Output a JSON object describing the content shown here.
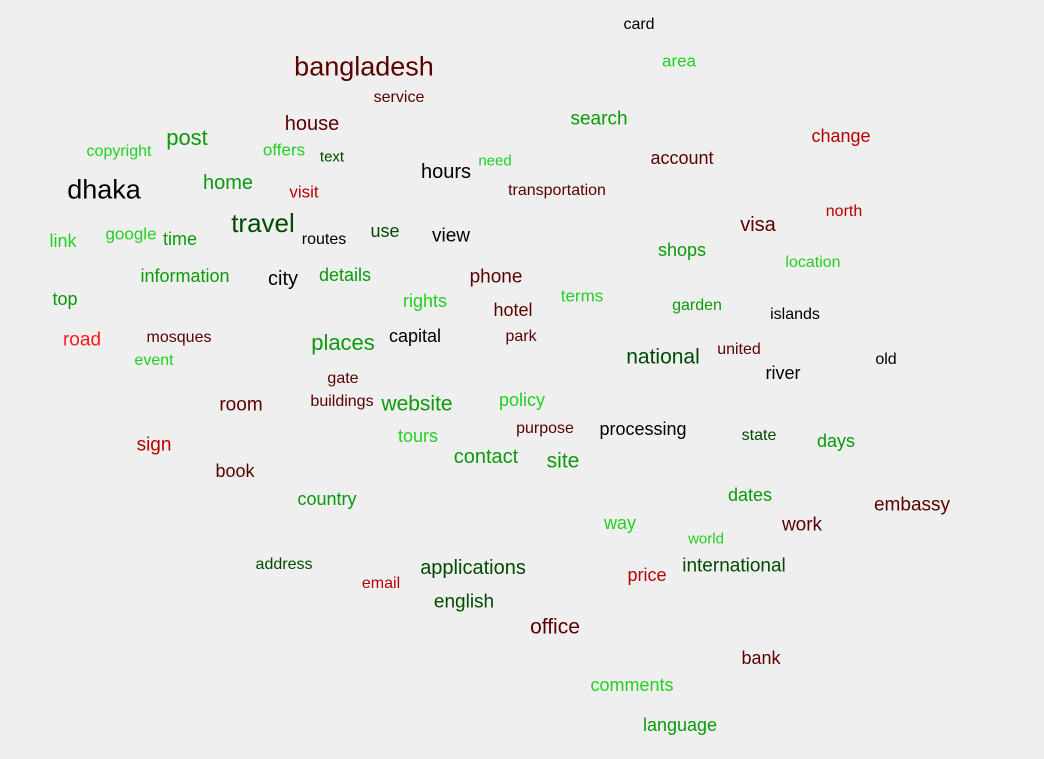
{
  "colors": {
    "black": "#000000",
    "darkred": "#5a0000",
    "red": "#b80000",
    "brightred": "#ff1a1a",
    "darkgreen": "#004a00",
    "green": "#0a9a0a",
    "lightgreen": "#22d022"
  },
  "words": [
    {
      "text": "card",
      "color": "black"
    },
    {
      "text": "area",
      "color": "lightgreen"
    },
    {
      "text": "bangladesh",
      "color": "darkred"
    },
    {
      "text": "service",
      "color": "darkred"
    },
    {
      "text": "house",
      "color": "darkred"
    },
    {
      "text": "search",
      "color": "green"
    },
    {
      "text": "change",
      "color": "red"
    },
    {
      "text": "copyright",
      "color": "lightgreen"
    },
    {
      "text": "post",
      "color": "green"
    },
    {
      "text": "offers",
      "color": "lightgreen"
    },
    {
      "text": "text",
      "color": "darkgreen"
    },
    {
      "text": "need",
      "color": "lightgreen"
    },
    {
      "text": "hours",
      "color": "black"
    },
    {
      "text": "account",
      "color": "darkred"
    },
    {
      "text": "dhaka",
      "color": "black"
    },
    {
      "text": "home",
      "color": "green"
    },
    {
      "text": "visit",
      "color": "red"
    },
    {
      "text": "transportation",
      "color": "darkred"
    },
    {
      "text": "travel",
      "color": "darkgreen"
    },
    {
      "text": "north",
      "color": "red"
    },
    {
      "text": "visa",
      "color": "darkred"
    },
    {
      "text": "link",
      "color": "lightgreen"
    },
    {
      "text": "google",
      "color": "lightgreen"
    },
    {
      "text": "time",
      "color": "green"
    },
    {
      "text": "routes",
      "color": "black"
    },
    {
      "text": "use",
      "color": "darkgreen"
    },
    {
      "text": "view",
      "color": "black"
    },
    {
      "text": "shops",
      "color": "green"
    },
    {
      "text": "location",
      "color": "lightgreen"
    },
    {
      "text": "information",
      "color": "green"
    },
    {
      "text": "city",
      "color": "black"
    },
    {
      "text": "details",
      "color": "green"
    },
    {
      "text": "phone",
      "color": "darkred"
    },
    {
      "text": "top",
      "color": "green"
    },
    {
      "text": "rights",
      "color": "lightgreen"
    },
    {
      "text": "terms",
      "color": "lightgreen"
    },
    {
      "text": "garden",
      "color": "green"
    },
    {
      "text": "hotel",
      "color": "darkred"
    },
    {
      "text": "islands",
      "color": "black"
    },
    {
      "text": "road",
      "color": "brightred"
    },
    {
      "text": "mosques",
      "color": "darkred"
    },
    {
      "text": "capital",
      "color": "black"
    },
    {
      "text": "park",
      "color": "darkred"
    },
    {
      "text": "places",
      "color": "green"
    },
    {
      "text": "united",
      "color": "darkred"
    },
    {
      "text": "event",
      "color": "lightgreen"
    },
    {
      "text": "national",
      "color": "darkgreen"
    },
    {
      "text": "old",
      "color": "black"
    },
    {
      "text": "river",
      "color": "black"
    },
    {
      "text": "gate",
      "color": "darkred"
    },
    {
      "text": "policy",
      "color": "lightgreen"
    },
    {
      "text": "room",
      "color": "darkred"
    },
    {
      "text": "buildings",
      "color": "darkred"
    },
    {
      "text": "website",
      "color": "green"
    },
    {
      "text": "purpose",
      "color": "darkred"
    },
    {
      "text": "processing",
      "color": "black"
    },
    {
      "text": "tours",
      "color": "lightgreen"
    },
    {
      "text": "state",
      "color": "darkgreen"
    },
    {
      "text": "days",
      "color": "green"
    },
    {
      "text": "sign",
      "color": "red"
    },
    {
      "text": "contact",
      "color": "green"
    },
    {
      "text": "site",
      "color": "green"
    },
    {
      "text": "book",
      "color": "darkred"
    },
    {
      "text": "country",
      "color": "green"
    },
    {
      "text": "dates",
      "color": "green"
    },
    {
      "text": "embassy",
      "color": "darkred"
    },
    {
      "text": "way",
      "color": "lightgreen"
    },
    {
      "text": "work",
      "color": "darkred"
    },
    {
      "text": "world",
      "color": "lightgreen"
    },
    {
      "text": "address",
      "color": "darkgreen"
    },
    {
      "text": "applications",
      "color": "darkgreen"
    },
    {
      "text": "international",
      "color": "darkgreen"
    },
    {
      "text": "email",
      "color": "red"
    },
    {
      "text": "price",
      "color": "red"
    },
    {
      "text": "english",
      "color": "darkgreen"
    },
    {
      "text": "office",
      "color": "darkred"
    },
    {
      "text": "bank",
      "color": "darkred"
    },
    {
      "text": "comments",
      "color": "lightgreen"
    },
    {
      "text": "language",
      "color": "green"
    }
  ]
}
